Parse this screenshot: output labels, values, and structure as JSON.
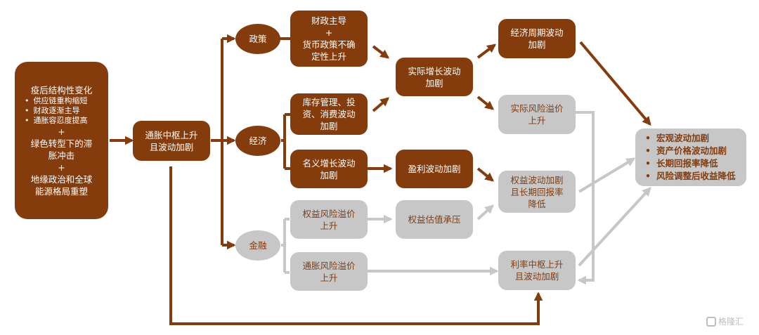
{
  "colors": {
    "brown": "#843c0c",
    "gray_box": "#c7c7c7",
    "gray_arrow": "#c7c7c7",
    "background": "#ffffff"
  },
  "nodes": {
    "origin": {
      "title": "疫后结构性变化",
      "bullets": [
        "供应链重构缩短",
        "财政逐渐主导",
        "通胀容忍度提高"
      ],
      "plus1": "+",
      "mid_lines": [
        "绿色转型下的滞",
        "胀冲击"
      ],
      "plus2": "+",
      "end_lines": [
        "地缘政治和全球",
        "能源格局重塑"
      ]
    },
    "inflation": {
      "lines": [
        "通胀中枢上升",
        "且波动加剧"
      ]
    },
    "policy": {
      "label": "政策"
    },
    "economy": {
      "label": "经济"
    },
    "finance": {
      "label": "金融"
    },
    "fiscal": {
      "lines": [
        "财政主导",
        "+",
        "货币政策不确",
        "定性上升"
      ]
    },
    "inventory": {
      "lines": [
        "库存管理、投",
        "资、消费波动",
        "加剧"
      ]
    },
    "nominal": {
      "lines": [
        "名义增长波动",
        "加剧"
      ]
    },
    "equity_premium": {
      "lines": [
        "权益风险溢价",
        "上升"
      ]
    },
    "inflation_premium": {
      "lines": [
        "通胀风险溢价",
        "上升"
      ]
    },
    "real_growth": {
      "lines": [
        "实际增长波动",
        "加剧"
      ]
    },
    "profit": {
      "lines": [
        "盈利波动加剧"
      ]
    },
    "valuation": {
      "lines": [
        "权益估值承压"
      ]
    },
    "cycle": {
      "lines": [
        "经济周期波动",
        "加剧"
      ]
    },
    "real_risk": {
      "lines": [
        "实际风险溢价",
        "上升"
      ]
    },
    "equity_vol": {
      "lines": [
        "权益波动加剧",
        "且长期回报率",
        "降低"
      ]
    },
    "rate": {
      "lines": [
        "利率中枢上升",
        "且波动加剧"
      ]
    },
    "summary": {
      "items": [
        "宏观波动加剧",
        "资产价格波动加剧",
        "长期回报率降低",
        "风险调整后收益降低"
      ]
    }
  },
  "watermark": {
    "text": "格隆汇"
  }
}
